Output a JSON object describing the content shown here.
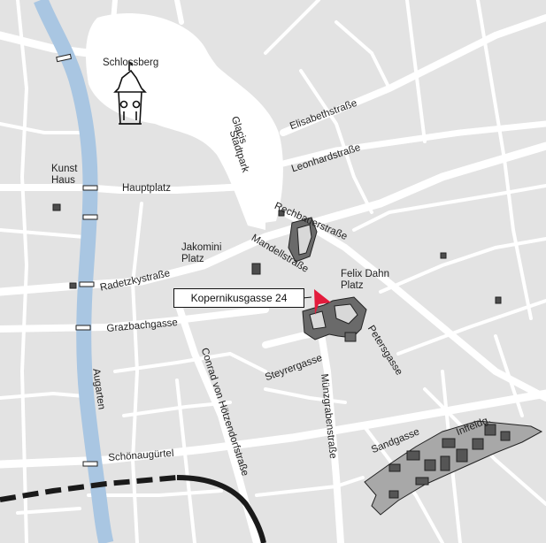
{
  "map": {
    "landmarks": {
      "schlossberg": "Schlossberg",
      "kunst_haus_line1": "Kunst",
      "kunst_haus_line2": "Haus",
      "hauptplatz": "Hauptplatz",
      "glacis": "Glacis",
      "stadtpark": "Stadtpark",
      "jakomini_line1": "Jakomini",
      "jakomini_line2": "Platz",
      "felix_dahn_line1": "Felix Dahn",
      "felix_dahn_line2": "Platz"
    },
    "streets": {
      "elisabethstrasse": "Elisabethstraße",
      "leonhardstrasse": "Leonhardstraße",
      "rechbauerstrasse": "Rechbauerstraße",
      "mandellstrasse": "Mandellstraße",
      "radetzkystrasse": "Radetzkystraße",
      "grazbachgasse": "Grazbachgasse",
      "petersgasse": "Petersgasse",
      "steyrergasse": "Steyrergasse",
      "conrad_von_hoetzendorf": "Conrad von Hötzendorfstraße",
      "muenzgrabenstrasse": "Münzgrabenstraße",
      "augarten": "Augarten",
      "schoenauguertel": "Schönaugürtel",
      "sandgasse": "Sandgasse",
      "inffeldg": "Inffeldg."
    },
    "marker": {
      "label": "Kopernikusgasse 24",
      "color": "#e31b3c"
    },
    "colors": {
      "river": "#a9c6e2",
      "streets": "#ffffff",
      "blocks": "#e3e3e3",
      "buildings": "#555555",
      "railway": "#1a1a1a"
    }
  }
}
